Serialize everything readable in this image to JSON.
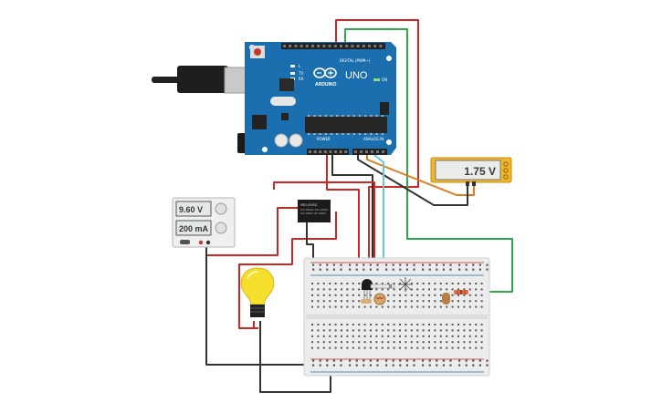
{
  "arduino": {
    "brand_text": "ARDUINO",
    "model_text": "UNO",
    "digital_label": "DIGITAL (PWM~)",
    "power_label": "POWER",
    "analog_label": "ANALOG IN",
    "on_label": "ON",
    "tx_label": "TX",
    "rx_label": "RX",
    "l_label": "L"
  },
  "multimeter": {
    "reading": "1.75 V"
  },
  "power_supply": {
    "voltage_reading": "9.60 V",
    "current_reading": "200 mA"
  },
  "relay": {
    "label_line1": "SRD-05VDC",
    "label_line2": "10A 250VAC 10A 125VAC",
    "label_line3": "10A 30VDC 10A 28VDC"
  },
  "colors": {
    "board": "#1c6fae",
    "wire_red": "#d0261f",
    "wire_green": "#2aa84a",
    "wire_black": "#333333",
    "wire_orange": "#e07b1a",
    "wire_cyan": "#6cc6d8",
    "meter_body": "#f0b52a",
    "bulb": "#f5de2c"
  }
}
